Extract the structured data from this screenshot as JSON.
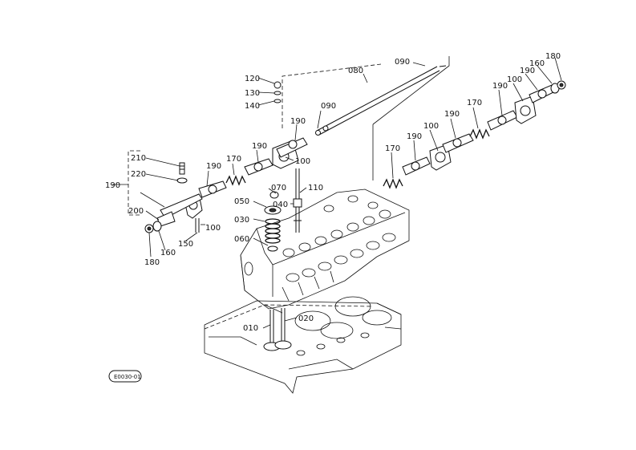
{
  "labels": {
    "l120": "120",
    "l130": "130",
    "l140": "140",
    "l080": "080",
    "l090a": "090",
    "l090b": "090",
    "l190a": "190",
    "l190b": "190",
    "l190c": "190",
    "l190d": "190",
    "l190e": "190",
    "l190f": "190",
    "l190g": "190",
    "l190h": "190",
    "l180a": "180",
    "l180b": "180",
    "l160a": "160",
    "l160b": "160",
    "l170a": "170",
    "l170b": "170",
    "l170c": "170",
    "l100a": "100",
    "l100b": "100",
    "l100c": "100",
    "l100d": "100",
    "l210": "210",
    "l220": "220",
    "l200": "200",
    "l150": "150",
    "l110": "110",
    "l070": "070",
    "l050": "050",
    "l040": "040",
    "l030": "030",
    "l060": "060",
    "l010": "010",
    "l020": "020"
  },
  "drawing_code": "E0030-01"
}
